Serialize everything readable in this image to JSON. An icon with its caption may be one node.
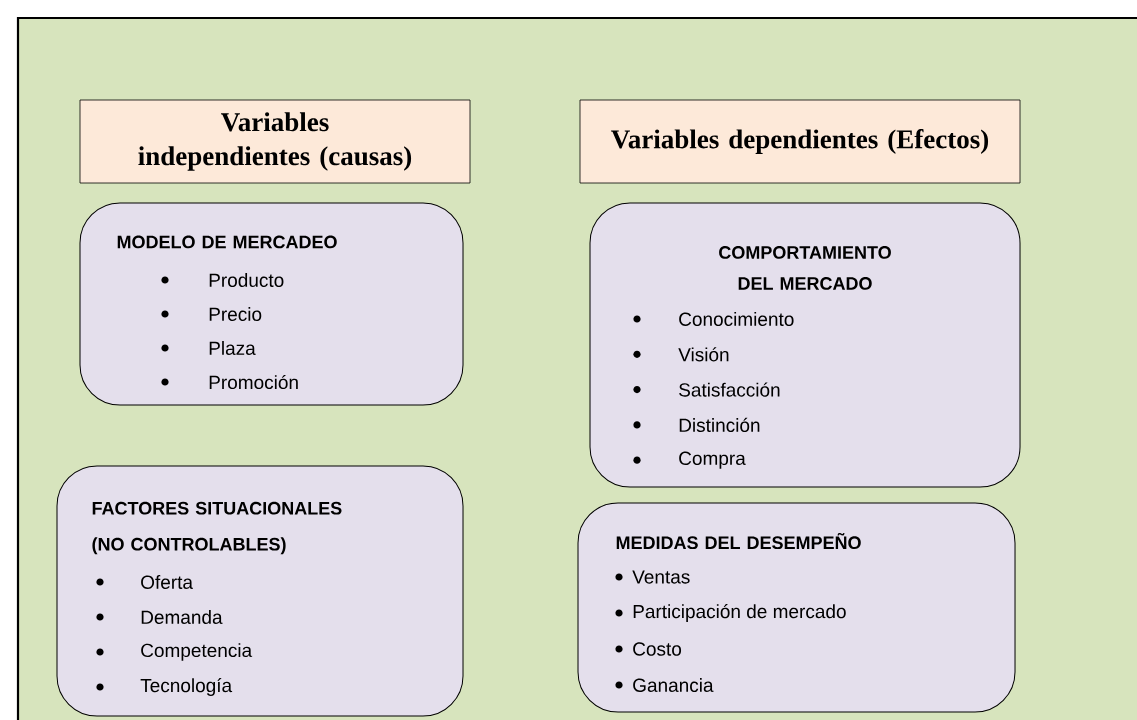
{
  "diagram": {
    "nodes": [
      {
        "text": [],
        "shape": "box"
      },
      {
        "text": [
          "Variables independientes (causas)"
        ],
        "in": 0
      },
      {
        "text": [
          "Variables dependientes (Efectos)"
        ],
        "in": 0
      },
      {
        "text": [
          "MODELO DE MERCADEO",
          "Producto",
          "Precio",
          "Plaza",
          "Promoción"
        ],
        "in": 0
      },
      {
        "text": [
          "COMPORTAMIENTO  DEL MERCADO",
          "Conocimiento",
          "Visión",
          "Satisfacción",
          "Distinción",
          "Compra"
        ],
        "in": 0
      },
      {
        "text": [
          "FACTORES SITUACIONALES (NO CONTROLABLES)",
          "Oferta",
          "Demanda",
          "Competencia",
          "Tecnología"
        ],
        "in": 0
      },
      {
        "text": [
          "MEDIDAS DEL DESEMPEÑO",
          "Ventas",
          "Participación de mercado",
          "Costo",
          "Ganancia"
        ],
        "in": 0
      }
    ]
  }
}
